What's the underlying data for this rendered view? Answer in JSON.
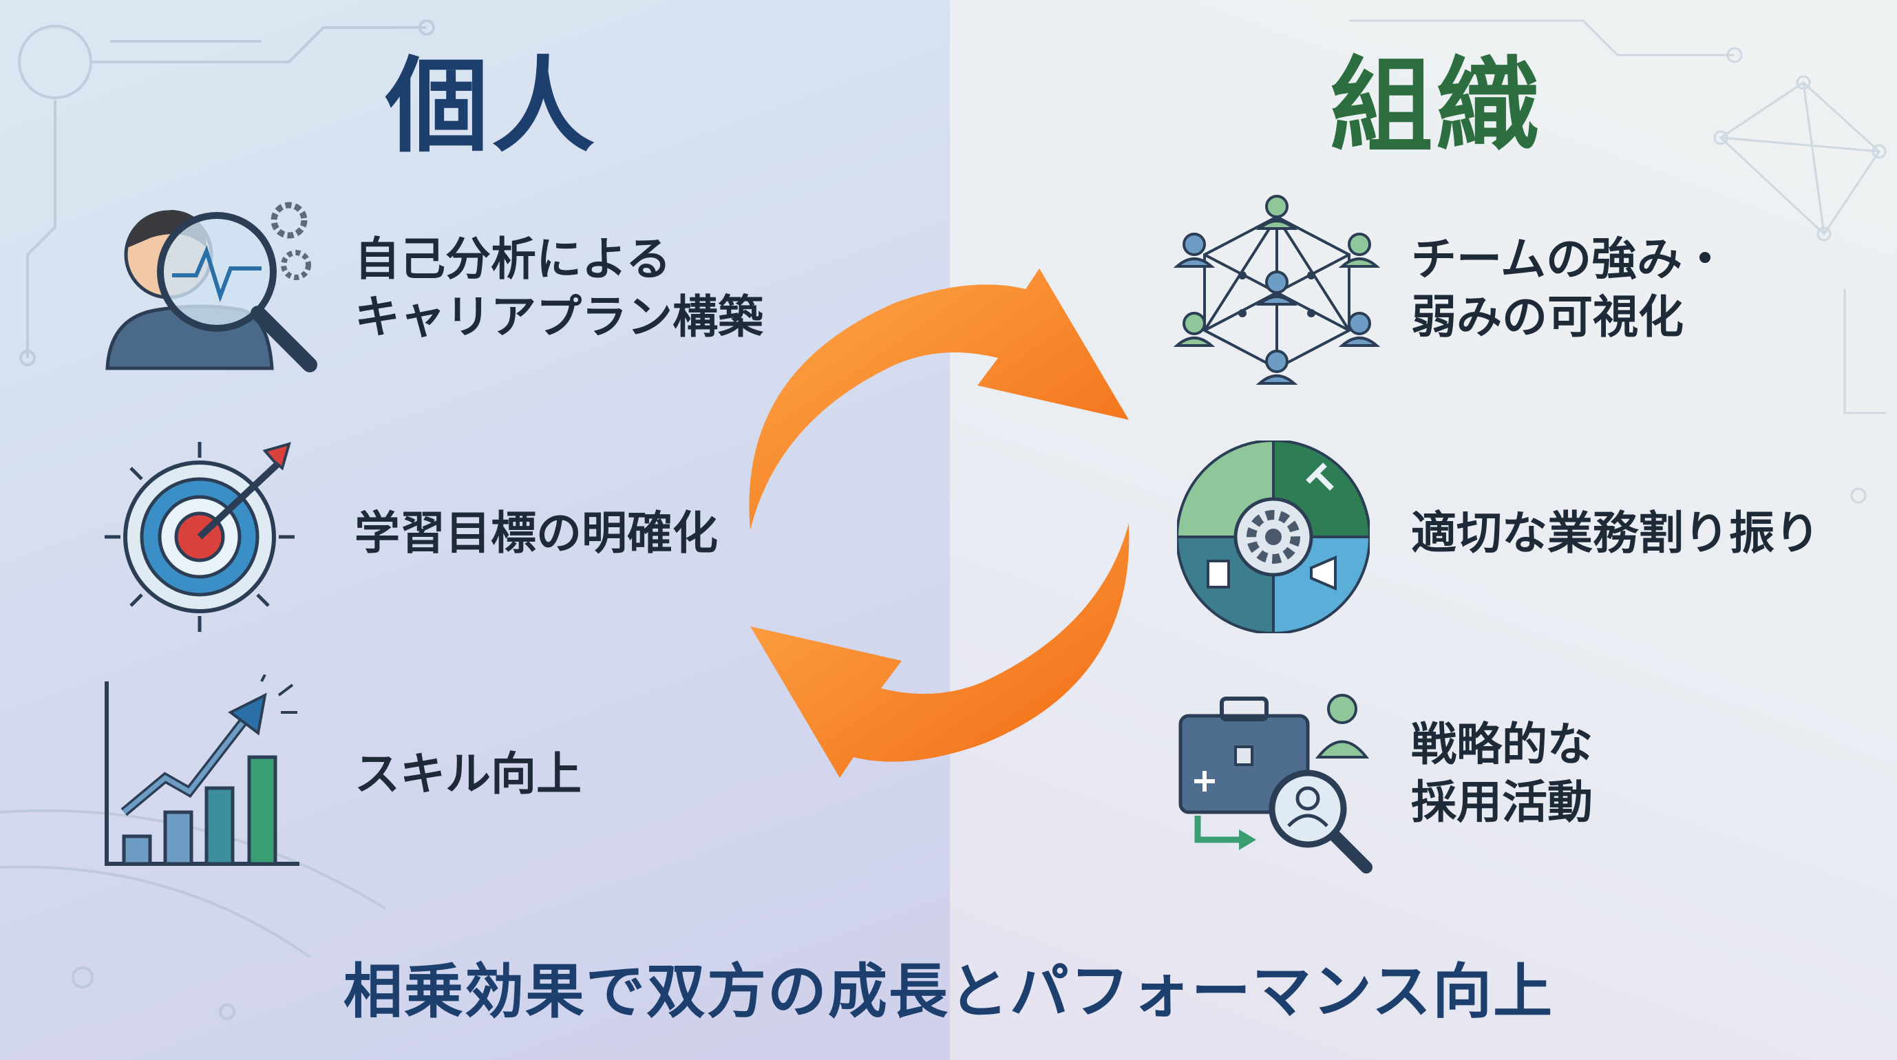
{
  "left": {
    "heading": "個人",
    "items": [
      {
        "line1": "自己分析による",
        "line2": "キャリアプラン構築",
        "icon": "self-analysis-magnifier-icon"
      },
      {
        "line1": "学習目標の明確化",
        "icon": "target-arrow-icon"
      },
      {
        "line1": "スキル向上",
        "icon": "growth-bar-chart-icon"
      }
    ]
  },
  "right": {
    "heading": "組織",
    "items": [
      {
        "line1": "チームの強み・",
        "line2": "弱みの可視化",
        "icon": "team-network-icon"
      },
      {
        "line1": "適切な業務割り振り",
        "icon": "task-allocation-gear-icon"
      },
      {
        "line1": "戦略的な",
        "line2": "採用活動",
        "icon": "recruitment-briefcase-icon"
      }
    ]
  },
  "cycle_icon": "circular-arrows-icon",
  "footer": "相乗効果で双方の成長とパフォーマンス向上",
  "colors": {
    "left_heading": "#1d3f6e",
    "right_heading": "#2c6e3f",
    "arrow": "#f57f20",
    "text": "#1f2a38"
  }
}
